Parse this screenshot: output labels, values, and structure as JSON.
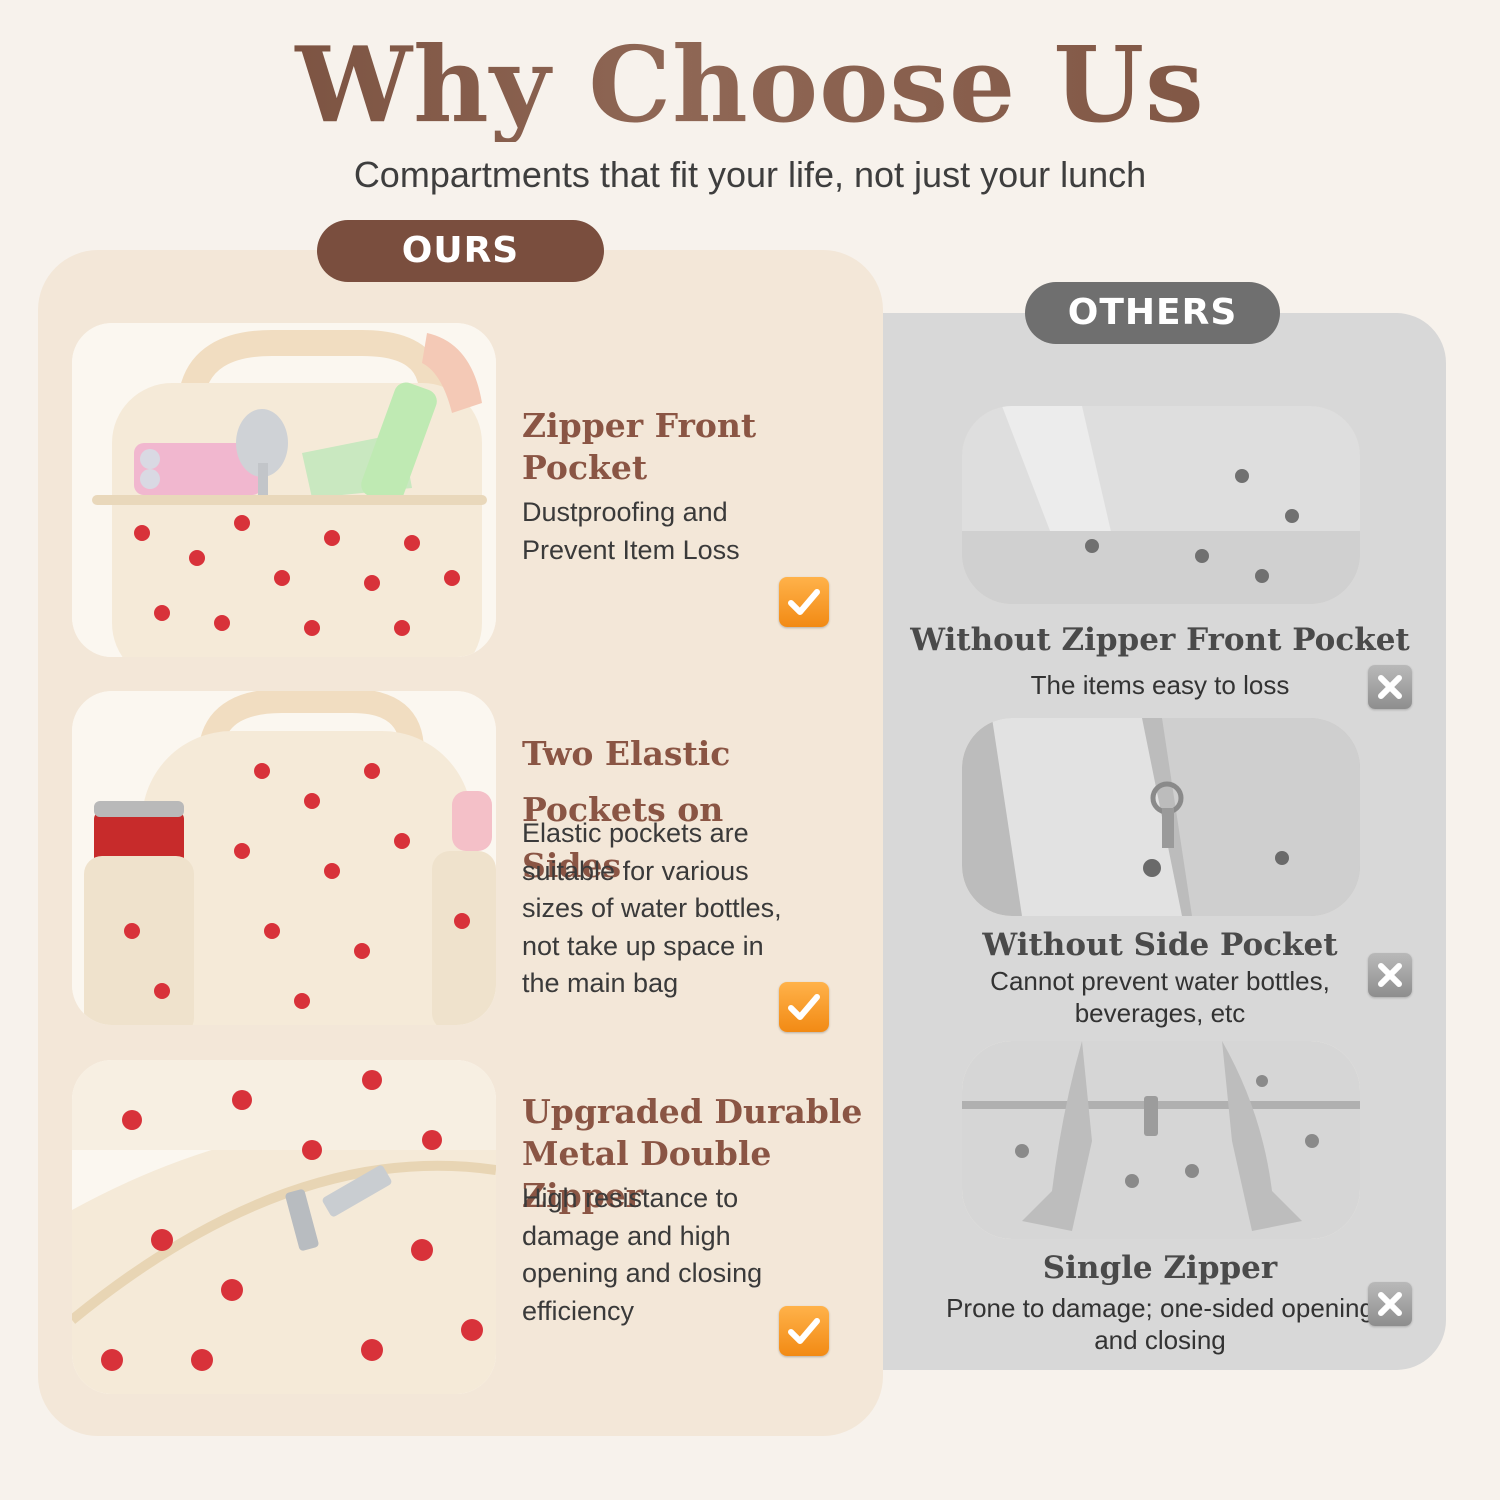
{
  "header": {
    "title": "Why Choose Us",
    "subtitle": "Compartments that fit your life, not just your lunch"
  },
  "ours": {
    "label": "OURS",
    "features": [
      {
        "title": "Zipper Front Pocket",
        "desc": "Dustproofing and Prevent Item Loss"
      },
      {
        "title": "Two Elastic Pockets on Sides",
        "desc": "Elastic pockets are suitable for various sizes of water bottles, not take up space in the main bag"
      },
      {
        "title": "Upgraded Durable Metal Double Zipper",
        "desc": "High resistance to damage and high opening and closing efficiency"
      }
    ]
  },
  "others": {
    "label": "OTHERS",
    "features": [
      {
        "title": "Without Zipper Front Pocket",
        "desc": "The items easy to loss"
      },
      {
        "title": "Without Side Pocket",
        "desc": "Cannot prevent water bottles, beverages, etc"
      },
      {
        "title": "Single Zipper",
        "desc": "Prone to damage; one-sided opening and closing"
      }
    ]
  },
  "icons": {
    "check": "check-icon",
    "cross": "cross-icon"
  },
  "colors": {
    "brand_brown": "#7a4e3e",
    "ours_panel": "#f3e7d8",
    "others_panel": "#d8d8d8",
    "others_pill": "#6f6f6f",
    "check_orange": "#f28a14",
    "strawberry_red": "#d8323a"
  }
}
